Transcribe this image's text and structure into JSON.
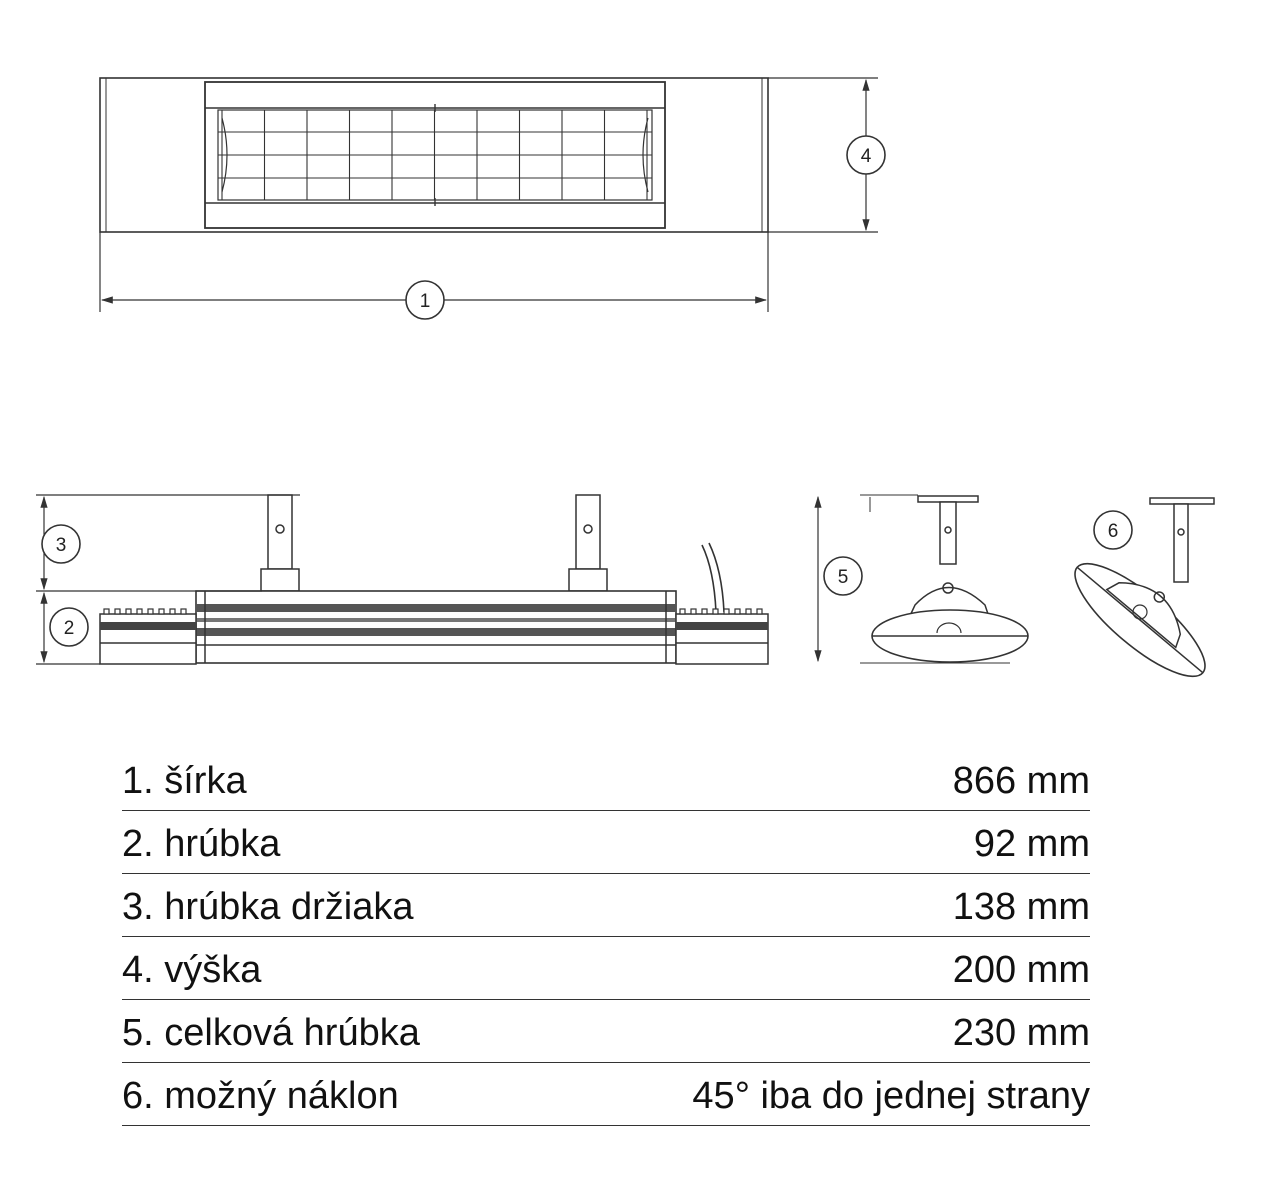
{
  "callouts": {
    "c1": "1",
    "c2": "2",
    "c3": "3",
    "c4": "4",
    "c5": "5",
    "c6": "6"
  },
  "specs": [
    {
      "label": "1. šírka",
      "value": "866 mm"
    },
    {
      "label": "2. hrúbka",
      "value": "92 mm"
    },
    {
      "label": "3. hrúbka držiaka",
      "value": "138 mm"
    },
    {
      "label": "4. výška",
      "value": "200 mm"
    },
    {
      "label": "5. celková hrúbka",
      "value": "230 mm"
    },
    {
      "label": "6. možný náklon",
      "value": "45° iba do jednej strany"
    }
  ],
  "colors": {
    "line": "#333333",
    "fill": "#ffffff",
    "shade": "#6a6a6a"
  }
}
